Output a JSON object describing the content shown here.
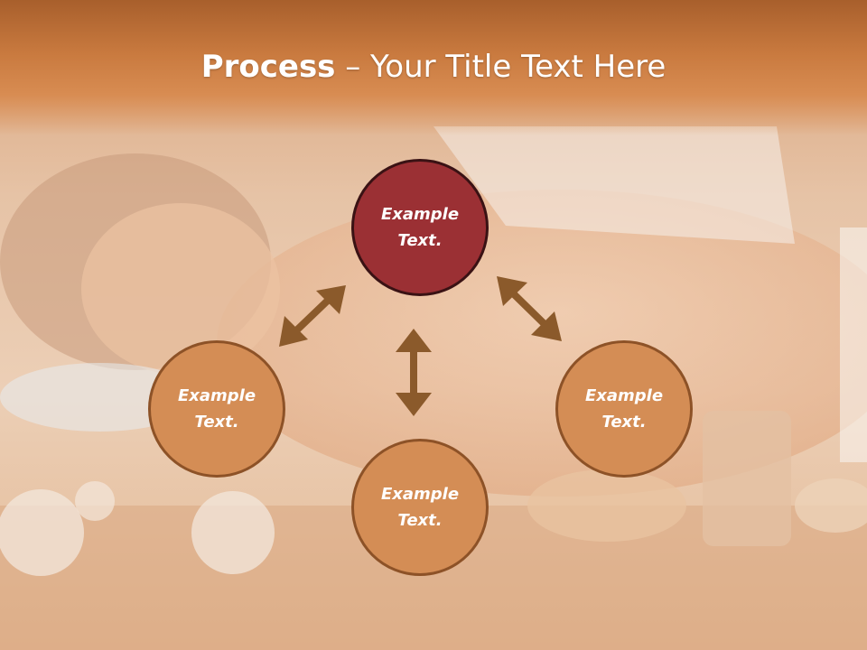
{
  "slide": {
    "title_bold": "Process",
    "title_rest": " – Your Title Text Here"
  },
  "circles": {
    "top": "Example Text.",
    "left": "Example Text.",
    "right": "Example Text.",
    "bottom": "Example Text."
  },
  "colors": {
    "accent_circle": "#9b3034",
    "normal_circle": "#d48d55",
    "arrow": "#8b5a2b",
    "title_band": "#c97a3f"
  }
}
